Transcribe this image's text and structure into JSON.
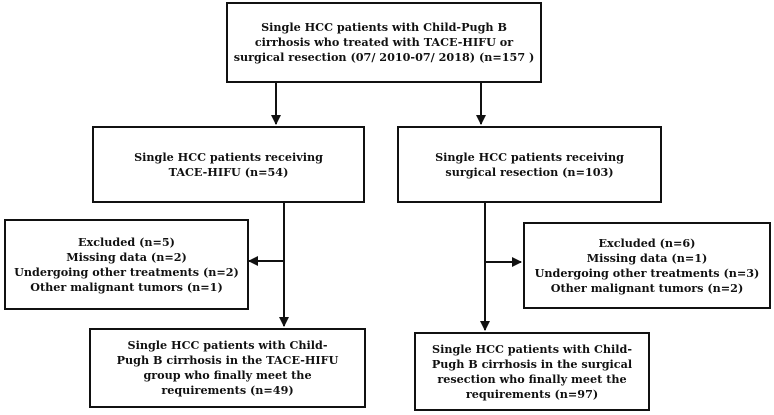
{
  "top": {
    "lines": [
      "Single HCC patients with Child-Pugh B",
      "cirrhosis who treated with TACE-HIFU or",
      "surgical resection (07/ 2010-07/ 2018) (n=157 )"
    ]
  },
  "left_branch": {
    "group": [
      "Single HCC patients receiving",
      "TACE-HIFU (n=54)"
    ],
    "excluded": [
      "Excluded (n=5)",
      "Missing data (n=2)",
      "Undergoing  other treatments (n=2)",
      "Other malignant tumors (n=1)"
    ],
    "final": [
      "Single HCC patients with Child-",
      "Pugh B cirrhosis in the TACE-HIFU",
      "group who finally meet the",
      "requirements (n=49)"
    ]
  },
  "right_branch": {
    "group": [
      "Single HCC patients receiving",
      "surgical resection (n=103)"
    ],
    "excluded": [
      "Excluded (n=6)",
      "Missing data (n=1)",
      "Undergoing  other treatments (n=3)",
      "Other malignant tumors (n=2)"
    ],
    "final": [
      "Single HCC patients with Child-",
      "Pugh B cirrhosis in the surgical",
      "resection who finally meet the",
      "requirements (n=97)"
    ]
  }
}
